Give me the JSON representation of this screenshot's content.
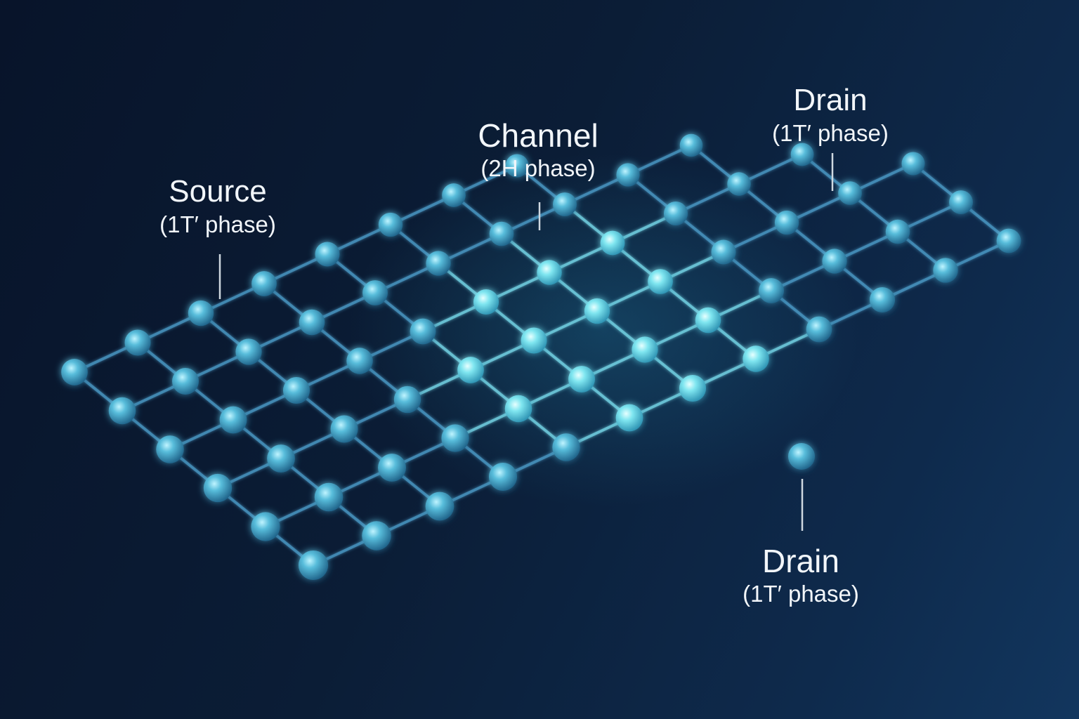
{
  "labels": {
    "source": {
      "name": "Source",
      "phase": "(1T′ phase)"
    },
    "channel": {
      "name": "Channel",
      "phase": "(2H phase)"
    },
    "drain_top": {
      "name": "Drain",
      "phase": "(1T′ phase)"
    },
    "drain_bottom": {
      "name": "Drain",
      "phase": "(1T′ phase)"
    }
  },
  "colors": {
    "background": "#0a1a2e",
    "atom": "#3fa6c8",
    "atom_glow": "#5fe0f0",
    "bond": "#4fa8d0",
    "text": "#f2f6fa",
    "leader": "#cfd8e0"
  }
}
